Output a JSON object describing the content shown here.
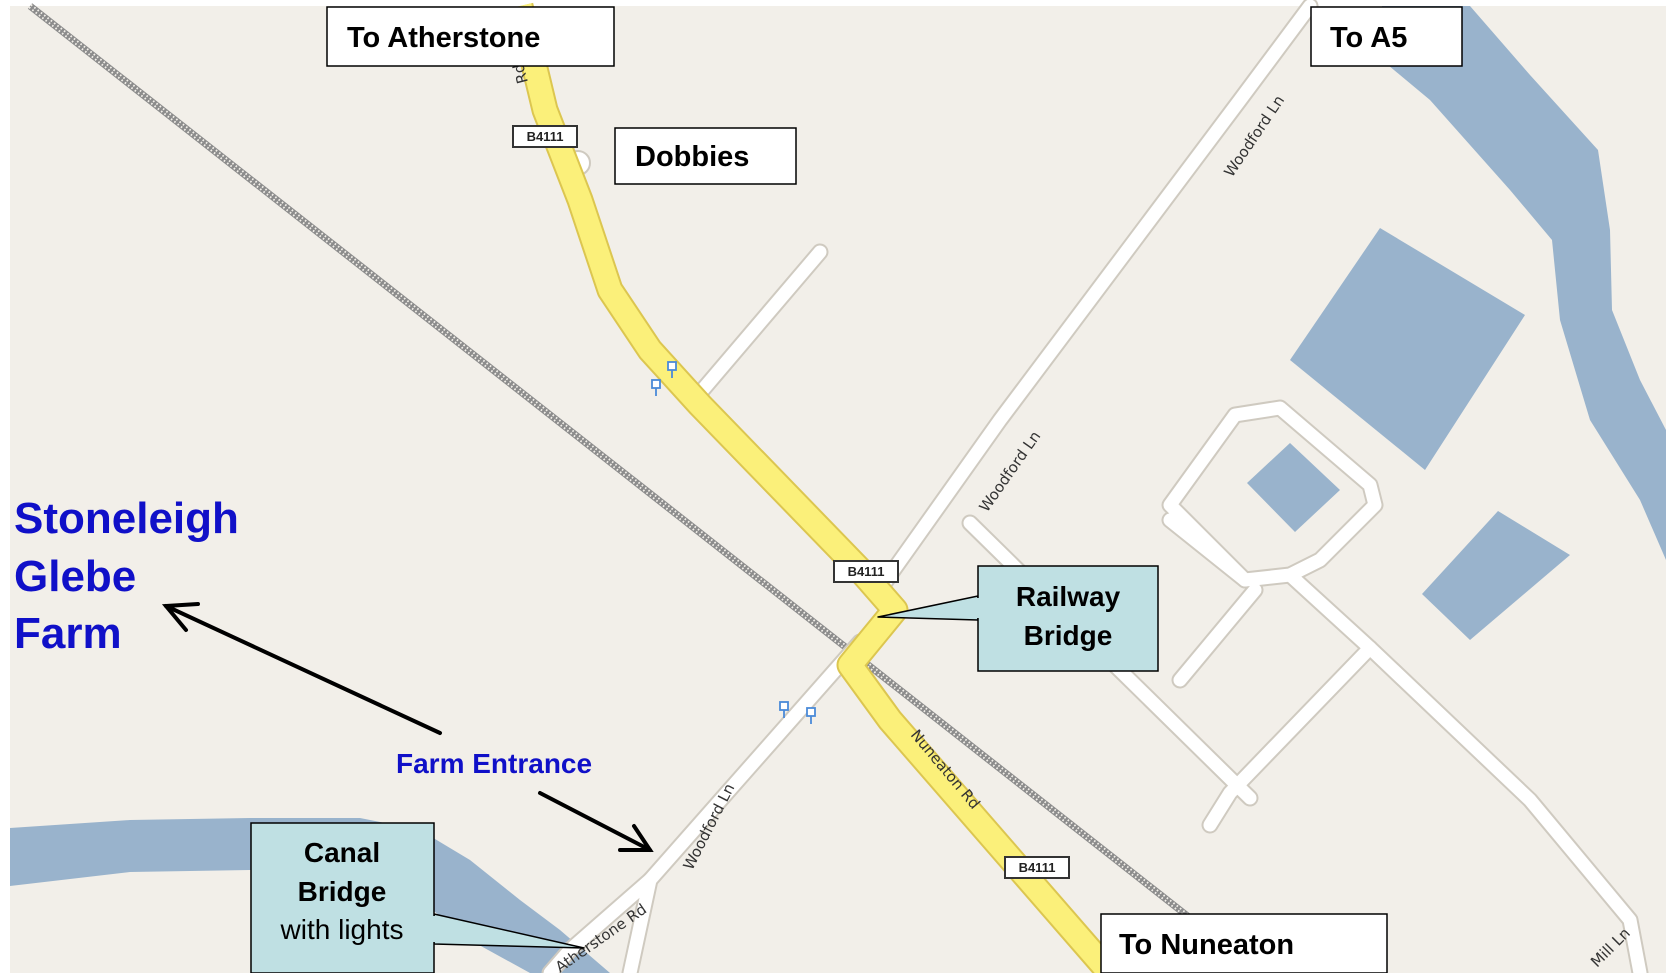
{
  "map": {
    "colors": {
      "land": "#f2efe9",
      "water": "#99b3cc",
      "road": "#ffffff",
      "road_casing": "#d2cdc4",
      "b_road": "#fbf07a",
      "b_road_casing": "#e0cc52",
      "railway": "#9a9a9a",
      "farm_text": "#1010c8",
      "callout_fill": "#bfe0e3"
    },
    "icons": [
      "bus-stop-icon",
      "arrow-icon"
    ]
  },
  "labels": {
    "to_atherstone": "To Atherstone",
    "to_a5": "To A5",
    "dobbies": "Dobbies",
    "to_nuneaton": "To Nuneaton",
    "farm_name_line1": "Stoneleigh",
    "farm_name_line2": "Glebe",
    "farm_name_line3": "Farm",
    "farm_entrance": "Farm Entrance",
    "railway_bridge_line1": "Railway",
    "railway_bridge_line2": "Bridge",
    "canal_bridge_line1": "Canal",
    "canal_bridge_line2": "Bridge",
    "canal_bridge_line3": "with lights"
  },
  "roads": {
    "shield_b4111": "B4111",
    "woodford_ln": "Woodford Ln",
    "nuneaton_rd": "Nuneaton Rd",
    "atherstone_rd": "Atherstone Rd",
    "top_left_fragment": "Rd",
    "mill_ln": "Mill Ln"
  }
}
